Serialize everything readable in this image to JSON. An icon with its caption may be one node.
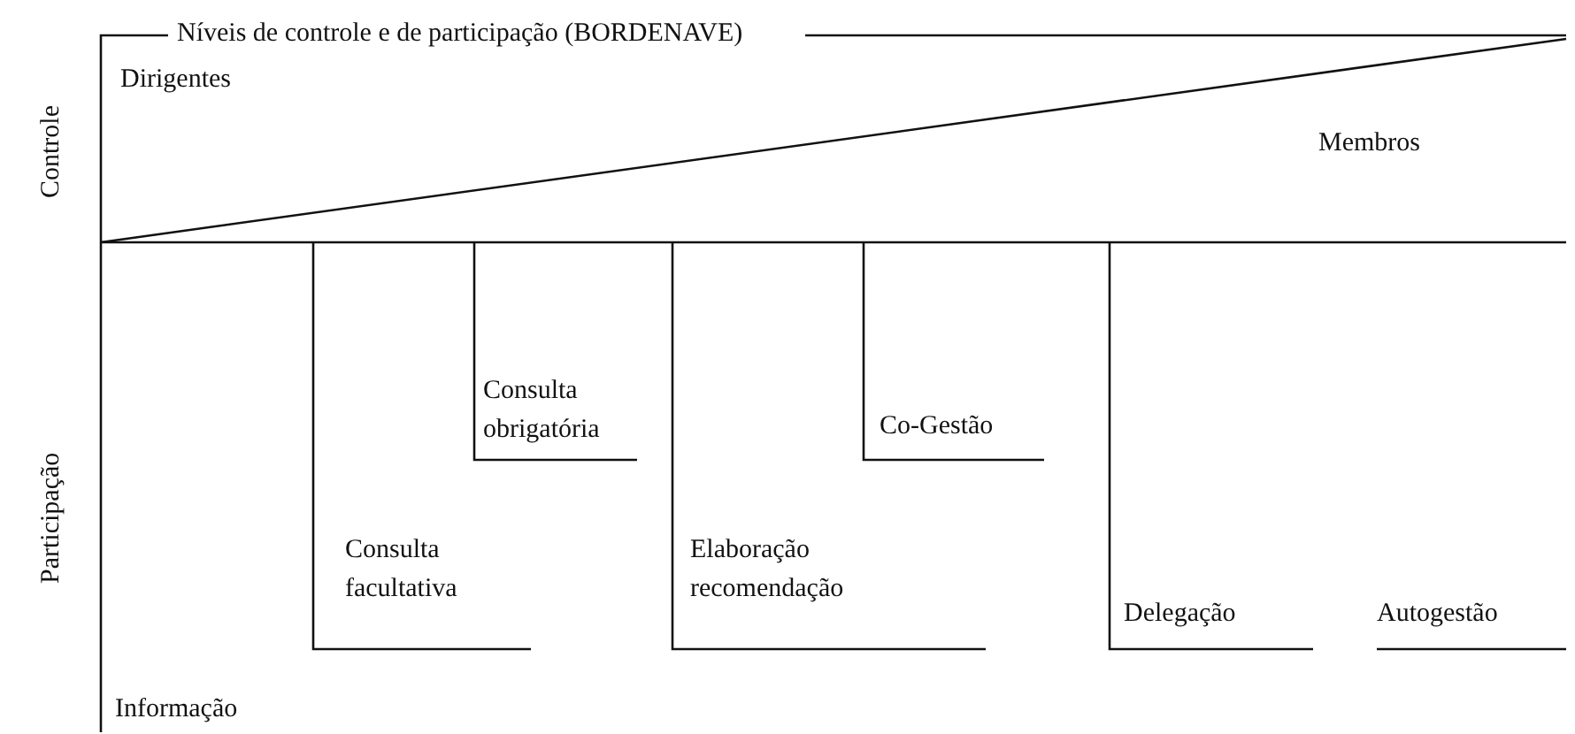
{
  "diagram": {
    "title": "Níveis de controle e de participação (BORDENAVE)",
    "labels": [
      "Dirigentes",
      "Controle",
      "Membros",
      "Consulta obrigatória",
      "Co-Gestão",
      "Participação",
      "Consulta facultativa",
      "Elaboração recomendação",
      "Delegação",
      "Autogestão",
      "Informação"
    ]
  }
}
